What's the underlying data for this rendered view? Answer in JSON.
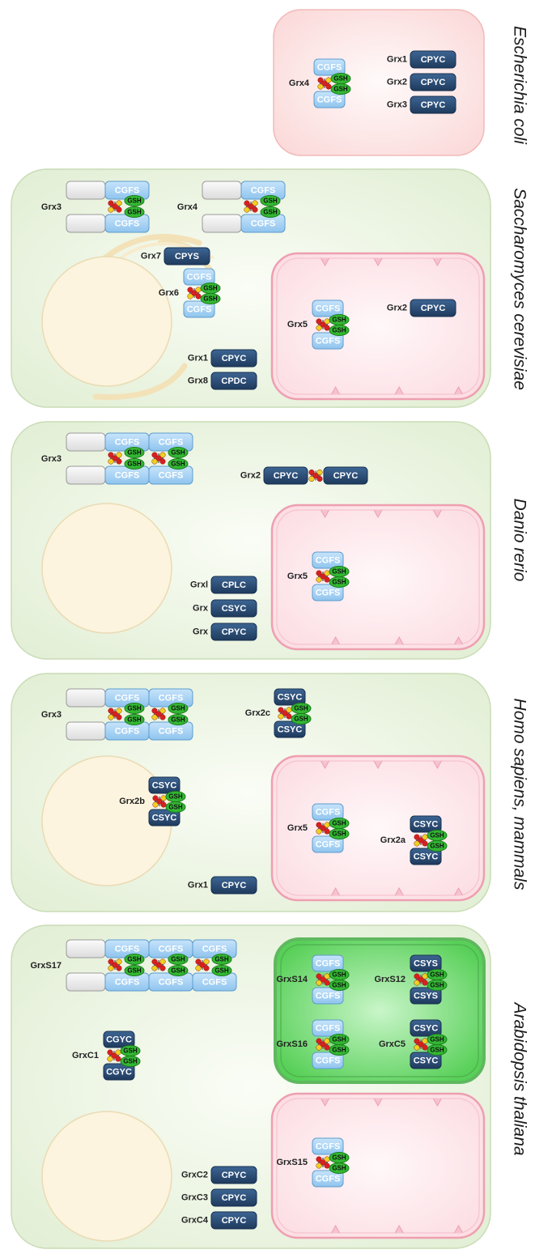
{
  "colors": {
    "bacterium": "#fde2e2",
    "cell": "#e9f3e0",
    "nucleus": "#fdf4df",
    "mitochondrion": "#fde0e5",
    "chloroplast": "#6fd66f",
    "light_box": "#a9d4f5",
    "dark_box": "#2c4c74",
    "gsh": "#33b833",
    "fe_s_red": "#d82020",
    "fe_s_yellow": "#f0d020"
  },
  "panels": [
    {
      "species": "Escherichia coli",
      "proteins": [
        {
          "name": "Grx4",
          "type": "dimer",
          "motif": "CGFS",
          "gsh": "GSH"
        },
        {
          "name": "Grx1",
          "type": "mono",
          "motif": "CPYC"
        },
        {
          "name": "Grx2",
          "type": "mono",
          "motif": "CPYC"
        },
        {
          "name": "Grx3",
          "type": "mono",
          "motif": "CPYC"
        }
      ]
    },
    {
      "species": "Saccharomyces cerevisiae",
      "proteins": [
        {
          "name": "Grx3",
          "type": "dimer",
          "motif": "CGFS",
          "gsh": "GSH"
        },
        {
          "name": "Grx4",
          "type": "dimer",
          "motif": "CGFS",
          "gsh": "GSH"
        },
        {
          "name": "Grx7",
          "type": "mono",
          "motif": "CPYS"
        },
        {
          "name": "Grx6",
          "type": "dimer",
          "motif": "CGFS",
          "gsh": "GSH"
        },
        {
          "name": "Grx1",
          "type": "mono",
          "motif": "CPYC"
        },
        {
          "name": "Grx8",
          "type": "mono",
          "motif": "CPDC"
        },
        {
          "name": "Grx5",
          "type": "dimer",
          "motif": "CGFS",
          "gsh": "GSH"
        },
        {
          "name": "Grx2",
          "type": "mono",
          "motif": "CPYC"
        }
      ]
    },
    {
      "species": "Danio rerio",
      "proteins": [
        {
          "name": "Grx3",
          "type": "dimer",
          "motif": "CGFS",
          "gsh": "GSH"
        },
        {
          "name": "Grx2",
          "type": "pair",
          "motif": "CPYC"
        },
        {
          "name": "Grxl",
          "type": "mono",
          "motif": "CPLC"
        },
        {
          "name": "Grx",
          "type": "mono",
          "motif": "CSYC"
        },
        {
          "name": "Grx",
          "type": "mono",
          "motif": "CPYC"
        },
        {
          "name": "Grx5",
          "type": "dimer",
          "motif": "CGFS",
          "gsh": "GSH"
        }
      ]
    },
    {
      "species": "Homo sapiens, mammals",
      "proteins": [
        {
          "name": "Grx3",
          "type": "dimer",
          "motif": "CGFS",
          "gsh": "GSH"
        },
        {
          "name": "Grx2c",
          "type": "dimer",
          "motif": "CSYC",
          "gsh": "GSH"
        },
        {
          "name": "Grx2b",
          "type": "dimer",
          "motif": "CSYC",
          "gsh": "GSH"
        },
        {
          "name": "Grx5",
          "type": "dimer",
          "motif": "CGFS",
          "gsh": "GSH"
        },
        {
          "name": "Grx2a",
          "type": "dimer",
          "motif": "CSYC",
          "gsh": "GSH"
        },
        {
          "name": "Grx1",
          "type": "mono",
          "motif": "CPYC"
        }
      ]
    },
    {
      "species": "Arabidopsis thaliana",
      "proteins": [
        {
          "name": "GrxS17",
          "type": "dimer",
          "motif": "CGFS",
          "gsh": "GSH"
        },
        {
          "name": "GrxS14",
          "type": "dimer",
          "motif": "CGFS",
          "gsh": "GSH"
        },
        {
          "name": "GrxS12",
          "type": "dimer",
          "motif": "CSYS",
          "gsh": "GSH"
        },
        {
          "name": "GrxS16",
          "type": "dimer",
          "motif": "CGFS",
          "gsh": "GSH"
        },
        {
          "name": "GrxC5",
          "type": "dimer",
          "motif": "CSYC",
          "gsh": "GSH"
        },
        {
          "name": "GrxC1",
          "type": "dimer",
          "motif": "CGYC",
          "gsh": "GSH"
        },
        {
          "name": "GrxS15",
          "type": "dimer",
          "motif": "CGFS",
          "gsh": "GSH"
        },
        {
          "name": "GrxC2",
          "type": "mono",
          "motif": "CPYC"
        },
        {
          "name": "GrxC3",
          "type": "mono",
          "motif": "CPYC"
        },
        {
          "name": "GrxC4",
          "type": "mono",
          "motif": "CPYC"
        }
      ]
    }
  ]
}
